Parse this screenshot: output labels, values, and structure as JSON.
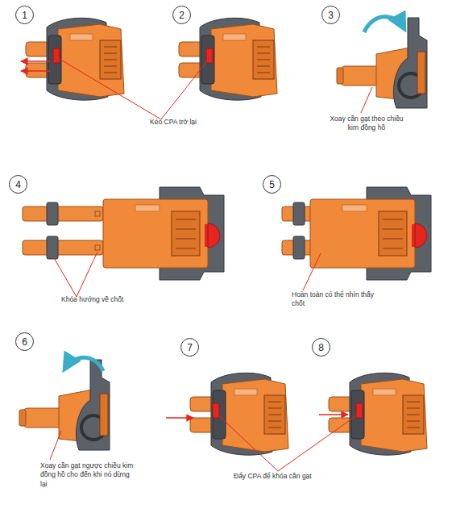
{
  "diagram": {
    "nodes": [
      {
        "text": [
          "1"
        ]
      },
      {
        "text": [
          "2"
        ]
      },
      {
        "text": [
          "3"
        ]
      },
      {
        "text": [
          "4"
        ]
      },
      {
        "text": [
          "5"
        ]
      },
      {
        "text": [
          "6"
        ]
      },
      {
        "text": [
          "7"
        ]
      },
      {
        "text": [
          "8"
        ]
      }
    ],
    "labels": [
      "Kéo CPA trở lại",
      "Xoay cần gạt theo chiều kim đồng hồ",
      "Khóa hướng về chốt",
      "Hoàn toàn có thể nhìn thấy chốt",
      "Xoay cần gạt ngược chiều kim đồng hồ cho đến khi nó dừng lại",
      "Đẩy CPA để khóa cần gạt"
    ]
  }
}
